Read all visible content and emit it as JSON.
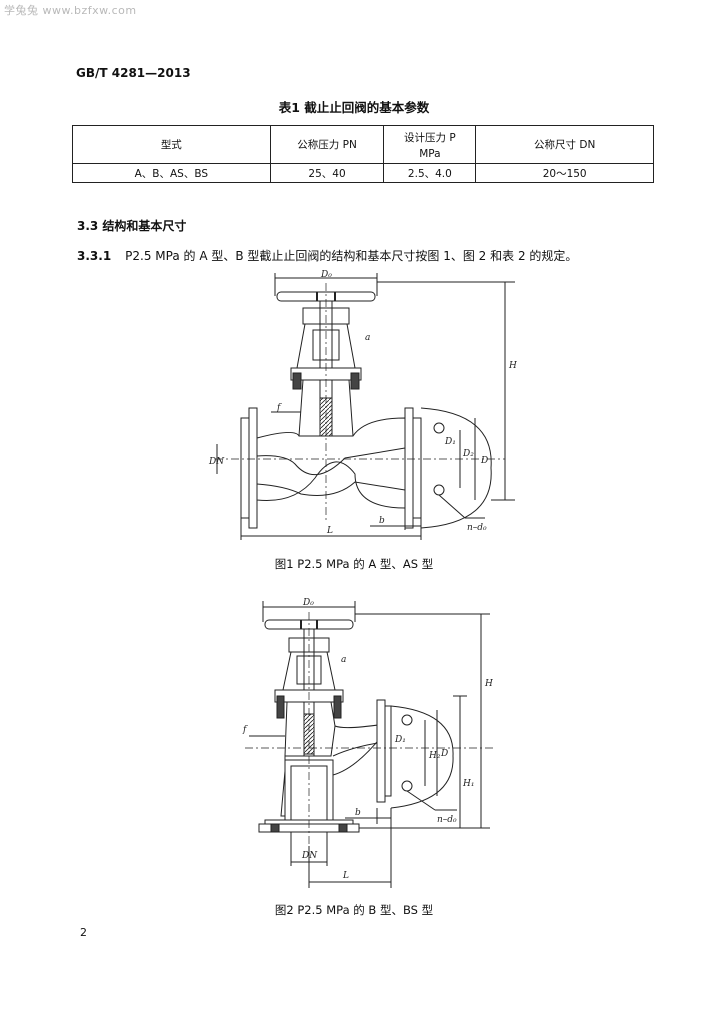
{
  "watermark": "学兔兔 www.bzfxw.com",
  "standard_code": "GB/T 4281—2013",
  "table1": {
    "title": "表1  截止止回阀的基本参数",
    "headers": [
      "型式",
      "公称压力 PN",
      "设计压力 P",
      "MPa",
      "公称尺寸 DN"
    ],
    "row": [
      "A、B、AS、BS",
      "25、40",
      "2.5、4.0",
      "20～150"
    ]
  },
  "section": "3.3  结构和基本尺寸",
  "clause": {
    "number": "3.3.1",
    "text": "P2.5 MPa 的 A 型、B 型截止止回阀的结构和基本尺寸按图 1、图 2 和表 2 的规定。"
  },
  "figure1": {
    "caption": "图1  P2.5 MPa 的 A 型、AS 型",
    "labels": {
      "d0": "D₀",
      "h": "H",
      "dn": "DN",
      "l": "L",
      "b": "b",
      "d": "D",
      "d1": "D₁",
      "d2": "D₂",
      "f": "f",
      "a": "a",
      "nd": "n–d₀"
    }
  },
  "figure2": {
    "caption": "图2  P2.5 MPa 的 B 型、BS 型",
    "labels": {
      "d0": "D₀",
      "h": "H",
      "h1": "H₁",
      "h2": "H₂",
      "dn": "DN",
      "l": "L",
      "b": "b",
      "d": "D",
      "d1": "D₁",
      "f": "f",
      "a": "a",
      "nd": "n–d₀"
    }
  },
  "page_number": "2"
}
